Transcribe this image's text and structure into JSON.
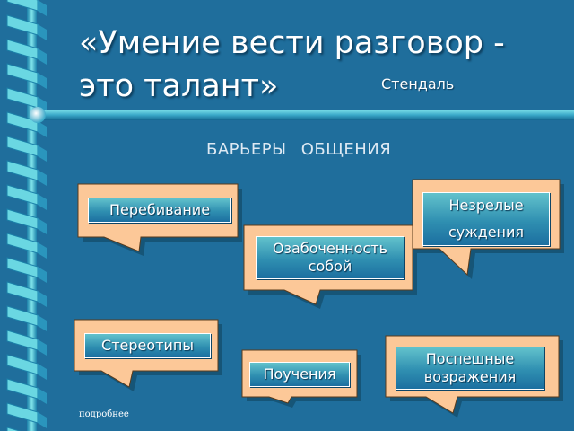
{
  "slide": {
    "title": "«Умение вести разговор - это талант»",
    "author": "Стендаль",
    "subtitle": "БАРЬЕРЫ ОБЩЕНИЯ",
    "footer_link": "подробнее"
  },
  "barriers": [
    {
      "label": "Перебивание"
    },
    {
      "label": "Озабоченность собой"
    },
    {
      "label": "Незрелые суждения"
    },
    {
      "label": "Стереотипы"
    },
    {
      "label": "Поучения"
    },
    {
      "label": "Поспешные возражения"
    }
  ],
  "colors": {
    "background": "#1f6e9c",
    "bubble_fill": "#fcc898",
    "ribbon_light": "#7fe3ea",
    "ribbon_dark": "#1b80a9"
  }
}
